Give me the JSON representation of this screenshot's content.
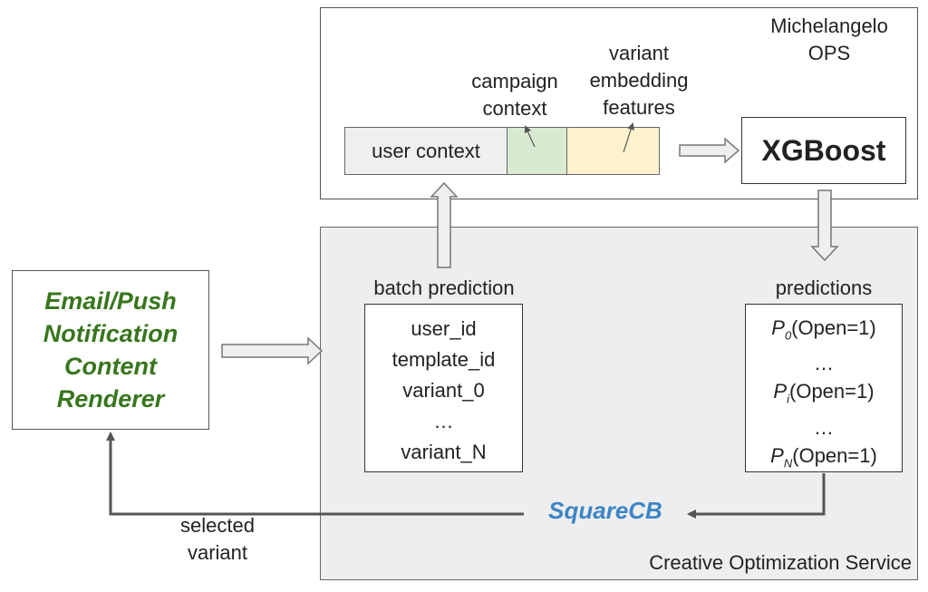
{
  "michelangelo": {
    "line1": "Michelangelo",
    "line2": "OPS"
  },
  "features": {
    "user_context": "user context",
    "campaign_line1": "campaign",
    "campaign_line2": "context",
    "variant_line1": "variant",
    "variant_line2": "embedding",
    "variant_line3": "features"
  },
  "model": {
    "name": "XGBoost"
  },
  "renderer": {
    "line1": "Email/Push",
    "line2": "Notification",
    "line3": "Content",
    "line4": "Renderer"
  },
  "batch": {
    "title": "batch prediction",
    "items": [
      "user_id",
      "template_id",
      "variant_0",
      "…",
      "variant_N"
    ]
  },
  "predictions": {
    "title": "predictions",
    "p_letter": "P",
    "rows": [
      {
        "sub": "0",
        "expr": "(Open=1)"
      },
      {
        "ellipsis": "…"
      },
      {
        "sub": "i",
        "expr": "(Open=1)"
      },
      {
        "ellipsis": "…"
      },
      {
        "sub": "N",
        "expr": "(Open=1)"
      }
    ]
  },
  "squarecb": "SquareCB",
  "selected": {
    "line1": "selected",
    "line2": "variant"
  },
  "service": "Creative Optimization Service",
  "colors": {
    "renderer_text": "#38761d",
    "squarecb_text": "#3d85c6",
    "campaign_fill": "#d9ead3",
    "variant_fill": "#fff2cc",
    "service_fill": "#eeeeee",
    "user_context_fill": "#efefef"
  }
}
